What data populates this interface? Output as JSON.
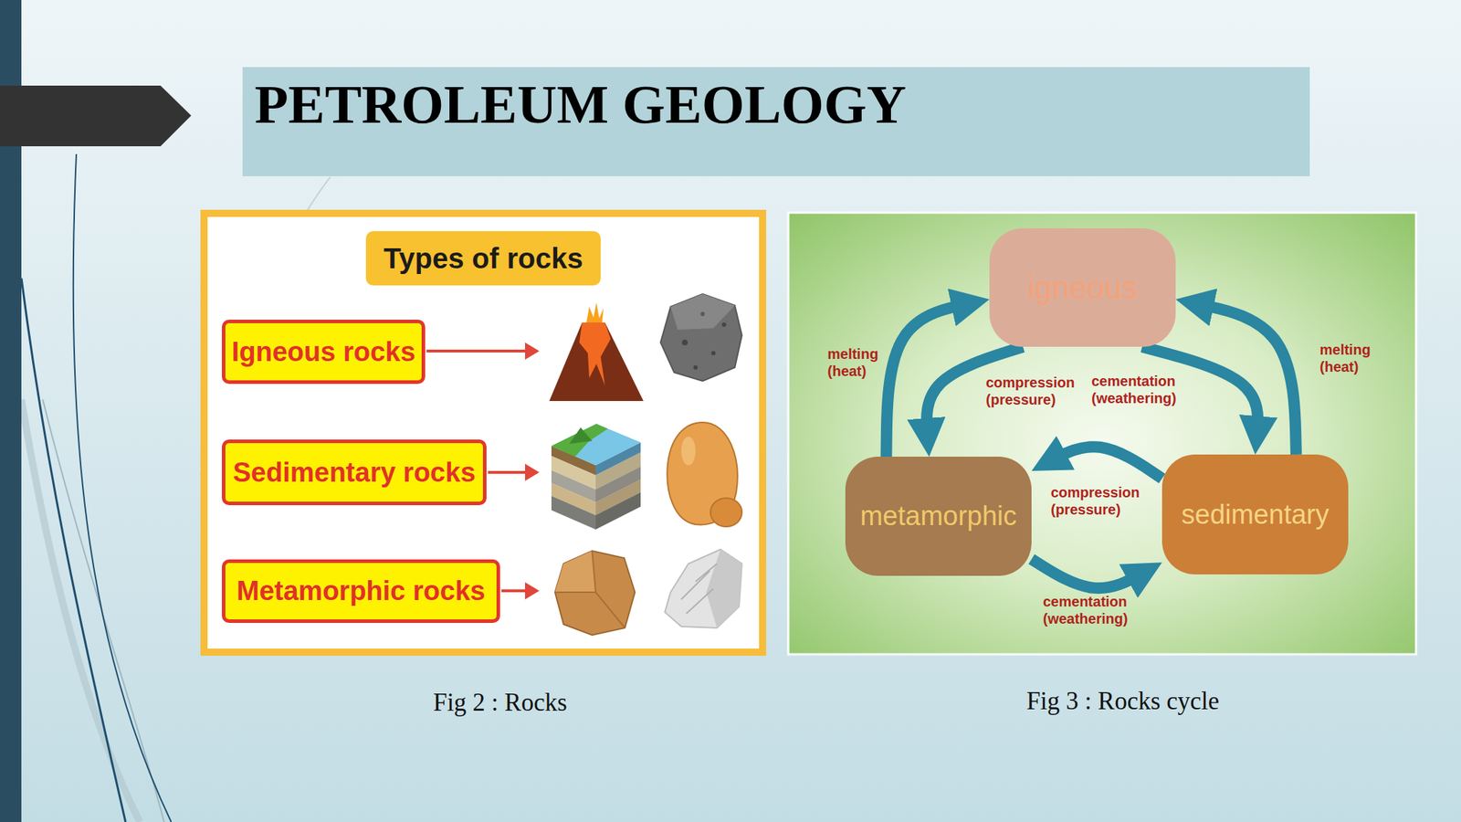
{
  "diagram": {
    "title": "PETROLEUM GEOLOGY",
    "nodes": [
      {
        "text": [
          "Types of rocks"
        ]
      },
      {
        "text": [
          "Igneous rocks"
        ]
      },
      {
        "text": [
          "Sedimentary rocks"
        ]
      },
      {
        "text": [
          "Metamorphic rocks"
        ]
      },
      {
        "text": [
          "igneous"
        ]
      },
      {
        "text": [
          "metamorphic"
        ]
      },
      {
        "text": [
          "sedimentary"
        ]
      }
    ],
    "edges": [
      {
        "from": 5,
        "to": 4,
        "label": "melting (heat)",
        "arrow": "to"
      },
      {
        "from": 4,
        "to": 5,
        "label": "compression (pressure)",
        "arrow": "to"
      },
      {
        "from": 4,
        "to": 6,
        "label": "cementation (weathering)",
        "arrow": "to"
      },
      {
        "from": 6,
        "to": 4,
        "label": "melting (heat)",
        "arrow": "to"
      },
      {
        "from": 6,
        "to": 5,
        "label": "compression (pressure)",
        "arrow": "to"
      },
      {
        "from": 5,
        "to": 6,
        "label": "cementation (weathering)",
        "arrow": "to"
      }
    ],
    "labels": [
      "Fig 2 : Rocks",
      "Fig 3 : Rocks cycle"
    ]
  }
}
